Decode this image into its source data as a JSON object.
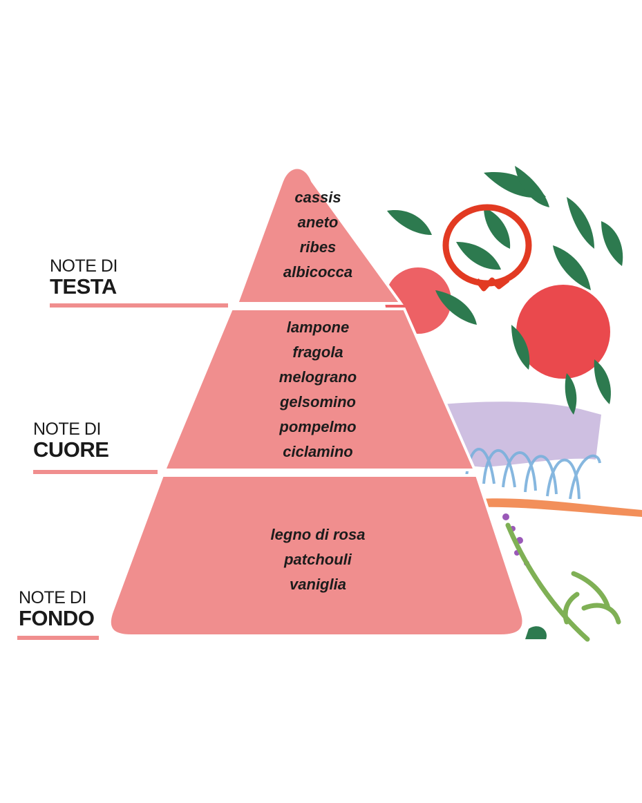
{
  "colors": {
    "pyramid": "#f08e8e",
    "underline": "#f08e8e",
    "leaf": "#2d7a4f",
    "fruit": "#e8353a",
    "ring": "#e23a22",
    "lavender": "#a58bc8",
    "arcs": "#79b0dc",
    "stripe": "#f28f5a",
    "sprig": "#7fb055"
  },
  "layers": [
    {
      "prefix": "NOTE DI",
      "name": "TESTA",
      "notes": [
        "cassis",
        "aneto",
        "ribes",
        "albicocca"
      ]
    },
    {
      "prefix": "NOTE DI",
      "name": "CUORE",
      "notes": [
        "lampone",
        "fragola",
        "melograno",
        "gelsomino",
        "pompelmo",
        "ciclamino"
      ]
    },
    {
      "prefix": "NOTE DI",
      "name": "FONDO",
      "notes": [
        "legno di rosa",
        "patchouli",
        "vaniglia"
      ]
    }
  ]
}
